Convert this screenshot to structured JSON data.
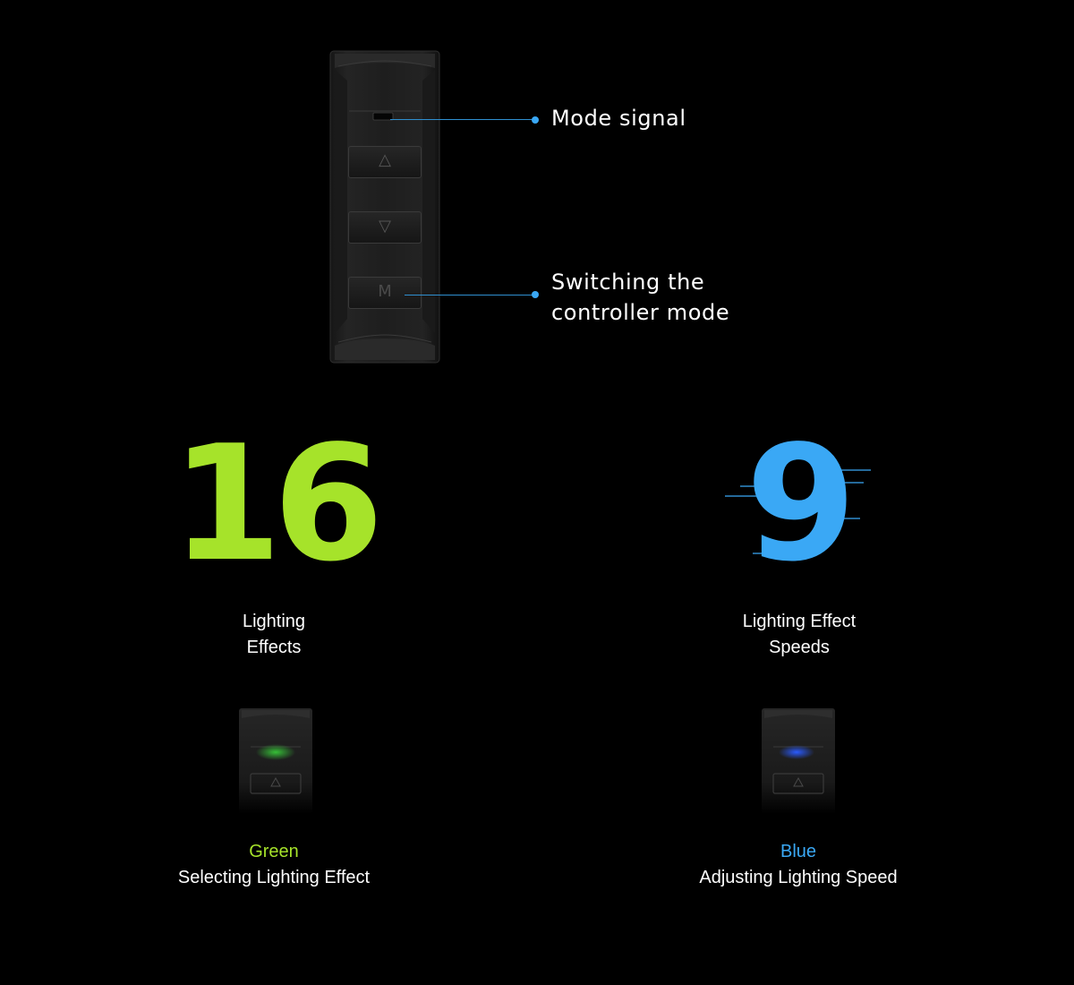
{
  "colors": {
    "background": "#000000",
    "accent_green": "#a6e32a",
    "accent_blue": "#3aa8f5",
    "callout_line": "#2f8fcf",
    "text": "#ffffff"
  },
  "remote": {
    "buttons": [
      {
        "icon": "up-triangle-icon",
        "glyph": "△"
      },
      {
        "icon": "down-triangle-icon",
        "glyph": "▽"
      },
      {
        "icon": "m-letter-icon",
        "glyph": "M"
      }
    ]
  },
  "callouts": {
    "mode_signal": "Mode signal",
    "switching_mode": "Switching the\ncontroller mode"
  },
  "stats": {
    "effects": {
      "value": "16",
      "label": "Lighting\nEffects"
    },
    "speeds": {
      "value": "9",
      "label": "Lighting Effect\nSpeeds"
    }
  },
  "modes": {
    "green": {
      "color_name": "Green",
      "description": "Selecting Lighting Effect",
      "led_color": "#39d13a"
    },
    "blue": {
      "color_name": "Blue",
      "description": "Adjusting Lighting Speed",
      "led_color": "#2a5bff"
    }
  }
}
